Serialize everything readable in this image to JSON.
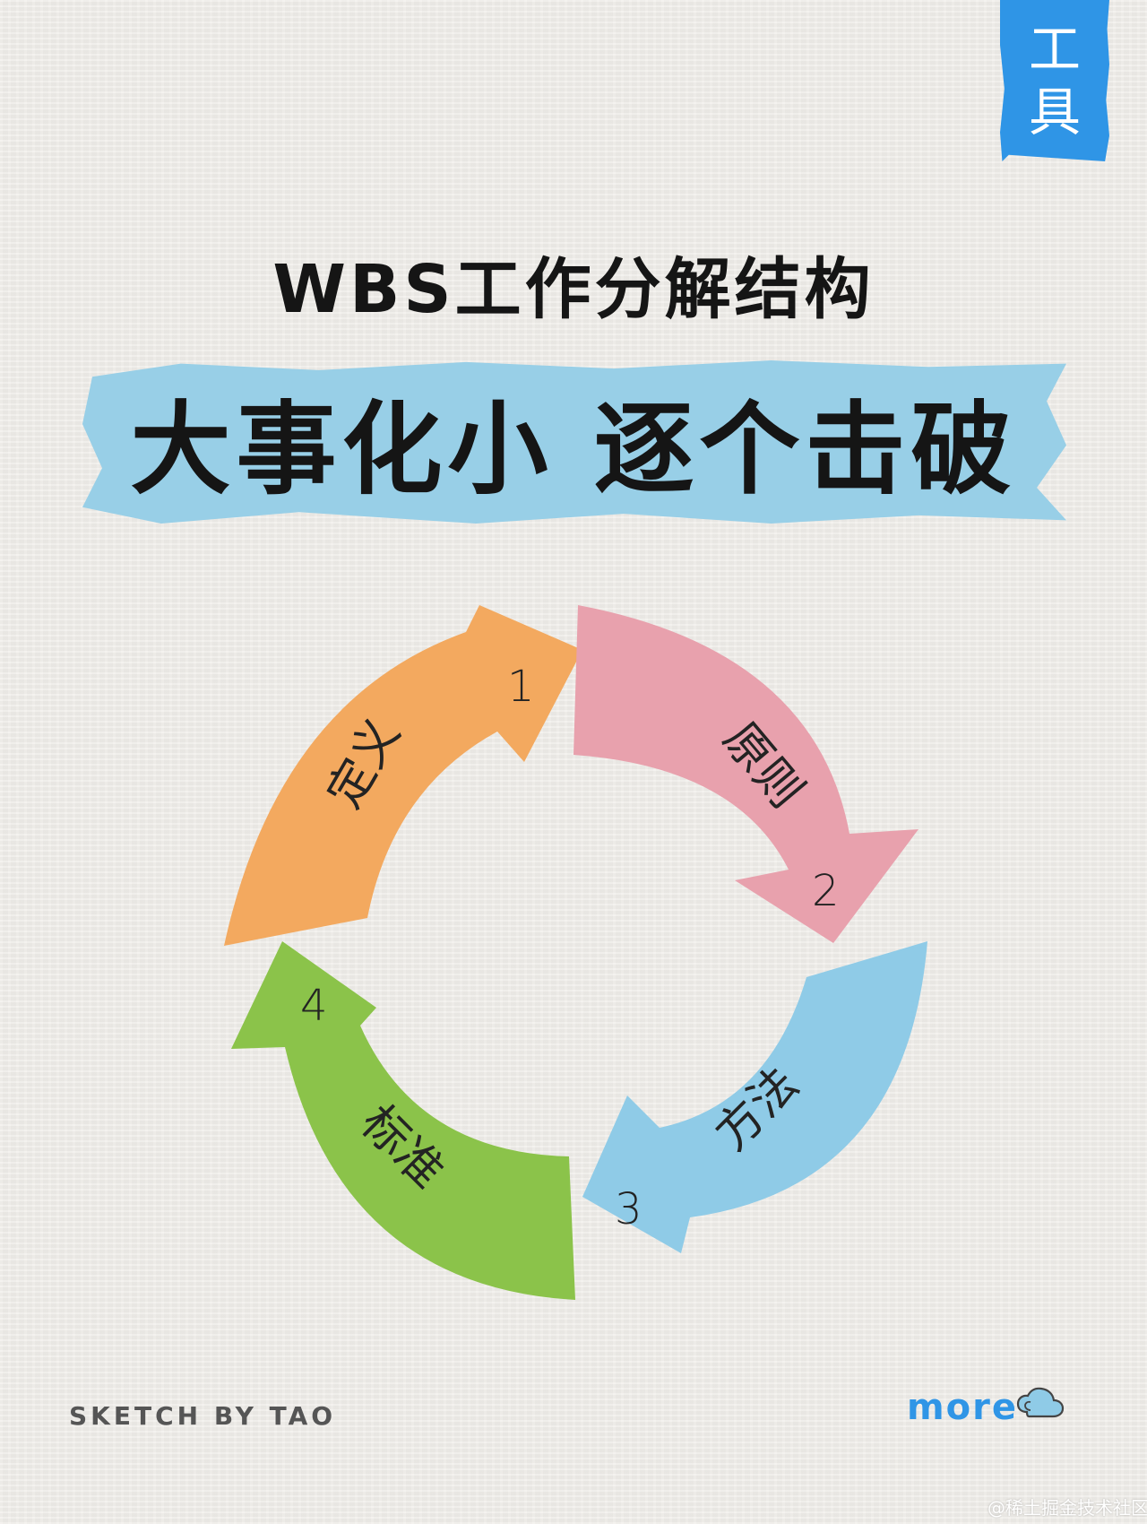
{
  "corner_tag": {
    "line1": "工",
    "line2": "具"
  },
  "subtitle": "WBS工作分解结构",
  "headline": "大事化小  逐个击破",
  "diagram": {
    "stages": [
      {
        "number": "1",
        "label": "定义",
        "color": "#f3a95f"
      },
      {
        "number": "2",
        "label": "原则",
        "color": "#e8a1ad"
      },
      {
        "number": "3",
        "label": "方法",
        "color": "#8fcbe7"
      },
      {
        "number": "4",
        "label": "标准",
        "color": "#8bc34a"
      }
    ]
  },
  "footer": {
    "sketch": "SKETCH BY TAO",
    "more": "more",
    "watermark": "@稀土掘金技术社区"
  },
  "colors": {
    "tag_blue": "#2f95e6",
    "headline_brush": "#98cfe7"
  },
  "icons": {
    "cloud": "cloud-icon"
  }
}
